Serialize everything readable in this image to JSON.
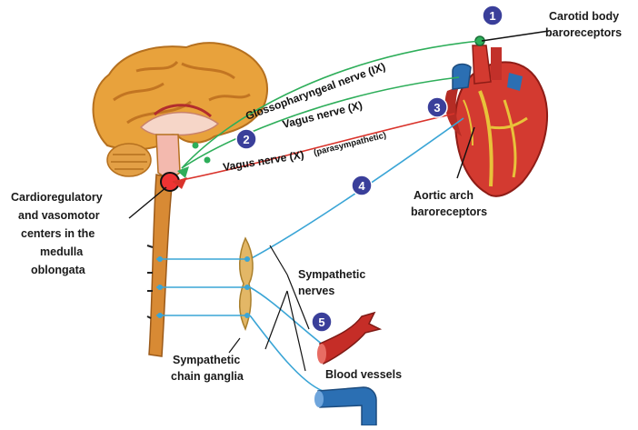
{
  "colors": {
    "green_nerve": "#2eae5a",
    "red_nerve": "#d9332b",
    "blue_nerve": "#3aa5d6",
    "badge": "#3a3f9a",
    "brain": "#e8a23c",
    "spinal_cord": "#d88a34"
  },
  "steps": [
    "1",
    "2",
    "3",
    "4",
    "5"
  ],
  "labels": {
    "carotid_line1": "Carotid body",
    "carotid_line2": "baroreceptors",
    "glosso": "Glossopharyngeal nerve (IX)",
    "vagus_upper": "Vagus nerve (X)",
    "vagus_lower": "Vagus nerve (X)",
    "vagus_lower_note": "(parasympathetic)",
    "aortic_line1": "Aortic arch",
    "aortic_line2": "baroreceptors",
    "cardio_line1": "Cardioregulatory",
    "cardio_line2": "and vasomotor",
    "cardio_line3": "centers in the",
    "cardio_line4": "medulla",
    "cardio_line5": "oblongata",
    "symp_line1": "Sympathetic",
    "symp_line2": "nerves",
    "chain_line1": "Sympathetic",
    "chain_line2": "chain ganglia",
    "blood_vessels": "Blood vessels"
  }
}
